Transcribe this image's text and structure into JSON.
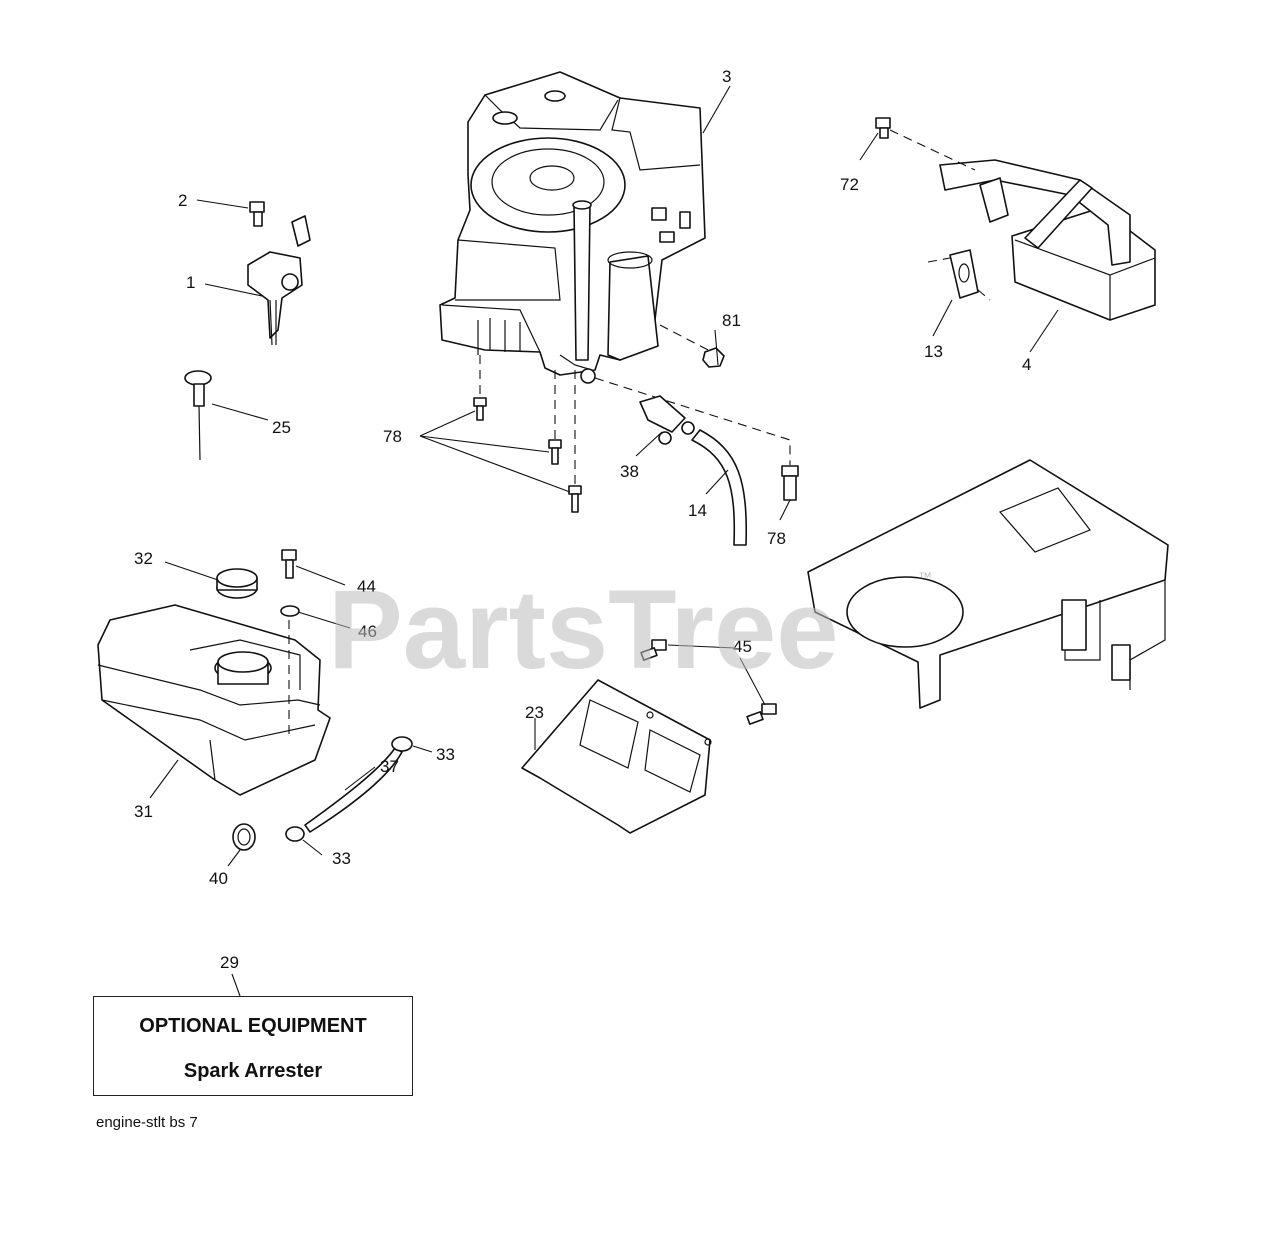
{
  "watermark": {
    "text": "PartsTree",
    "tm": "™"
  },
  "callouts": {
    "c1": "1",
    "c2": "2",
    "c3": "3",
    "c4": "4",
    "c13": "13",
    "c14": "14",
    "c23": "23",
    "c25": "25",
    "c29": "29",
    "c31": "31",
    "c32": "32",
    "c33a": "33",
    "c33b": "33",
    "c37": "37",
    "c38": "38",
    "c40": "40",
    "c44": "44",
    "c45": "45",
    "c46": "46",
    "c72": "72",
    "c78a": "78",
    "c78b": "78",
    "c81": "81"
  },
  "optional_box": {
    "title": "OPTIONAL EQUIPMENT",
    "subtitle": "Spark Arrester"
  },
  "footer": {
    "code": "engine-stlt  bs  7"
  }
}
